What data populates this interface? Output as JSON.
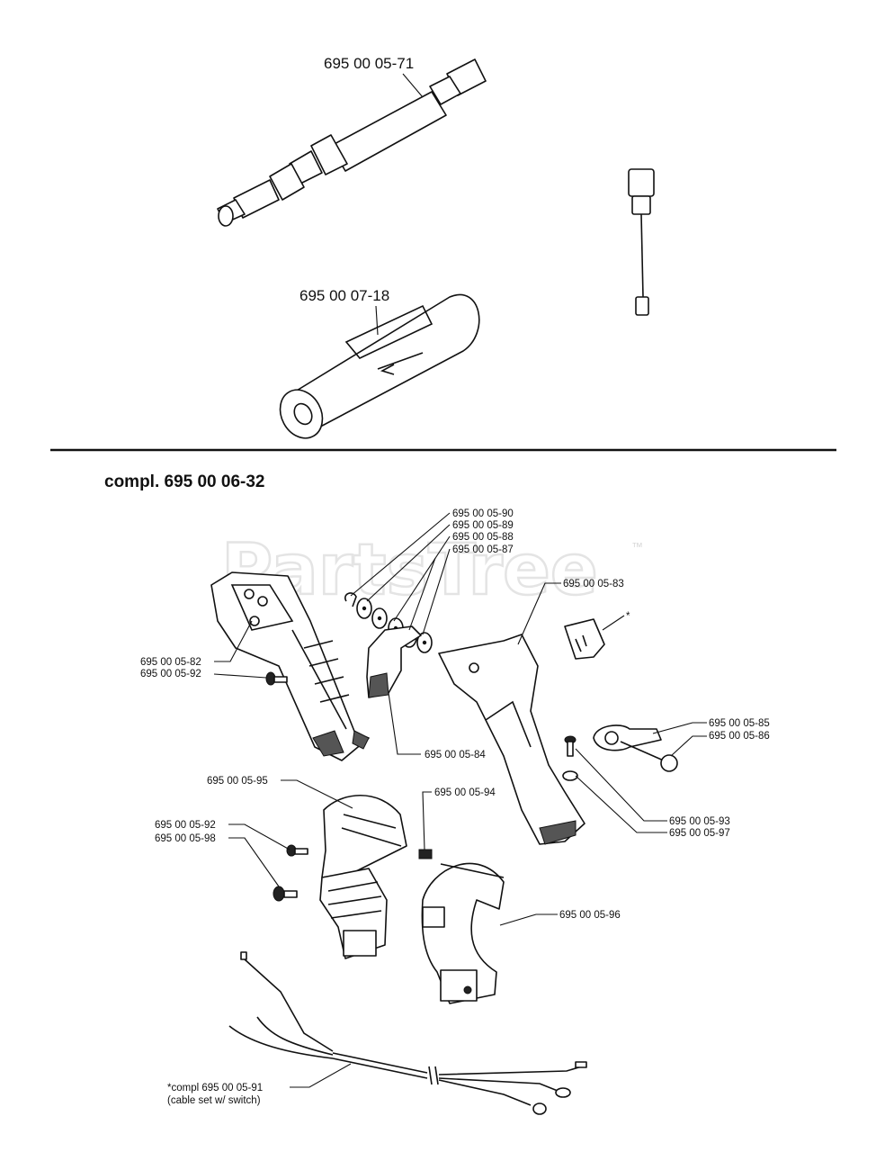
{
  "top_parts": {
    "throttle_cable": "695 00 05-71",
    "adapter_sleeve": "695 00 07-18"
  },
  "assembly": {
    "title": "compl. 695 00 06-32",
    "watermark": "PartsTree",
    "trademark": "™",
    "labels": {
      "p90": "695 00 05-90",
      "p89": "695 00 05-89",
      "p88": "695 00 05-88",
      "p87": "695 00 05-87",
      "p83": "695 00 05-83",
      "star": "*",
      "p82": "695 00 05-82",
      "p92a": "695 00 05-92",
      "p85": "695 00 05-85",
      "p86": "695 00 05-86",
      "p84": "695 00 05-84",
      "p95": "695 00 05-95",
      "p94": "695 00 05-94",
      "p93": "695 00 05-93",
      "p97": "695 00 05-97",
      "p92b": "695 00 05-92",
      "p98": "695 00 05-98",
      "p96": "695 00 05-96",
      "cable_set": "*compl 695 00 05-91",
      "cable_set_note": "(cable set w/ switch)"
    }
  }
}
